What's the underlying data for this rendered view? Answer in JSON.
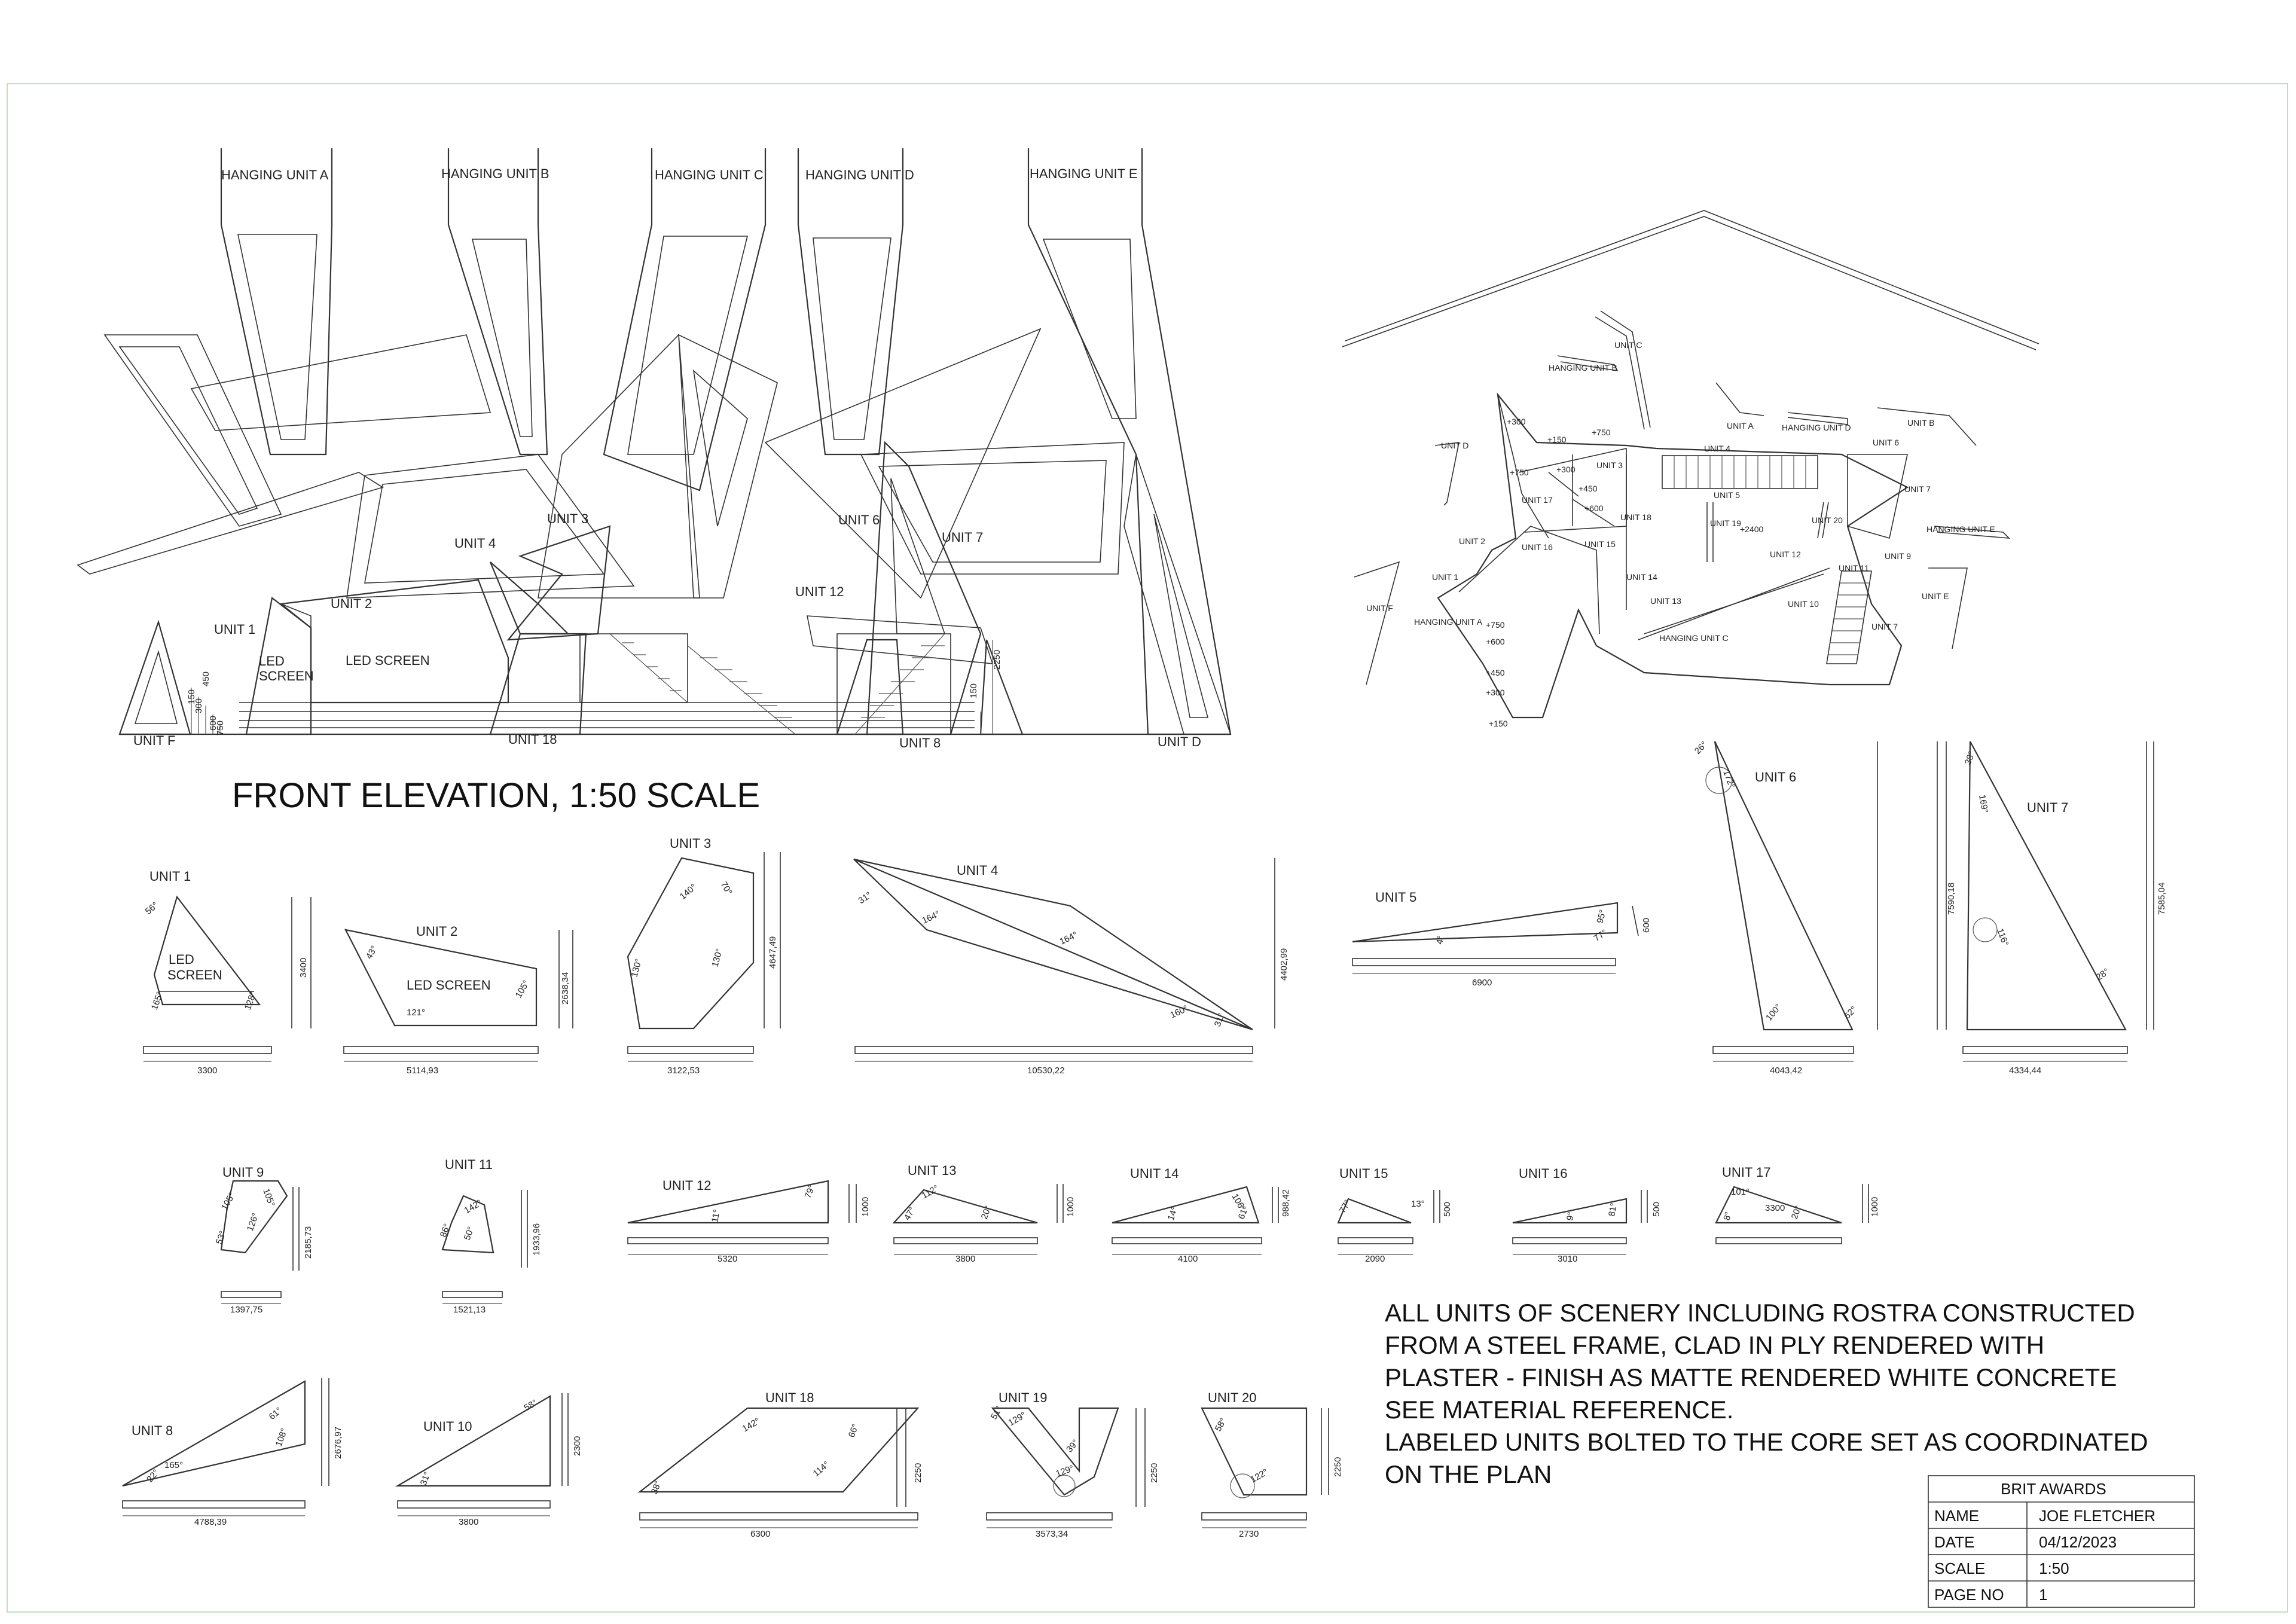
{
  "elevation": {
    "title": "FRONT ELEVATION, 1:50 SCALE",
    "hanging_units": [
      "HANGING UNIT A",
      "HANGING UNIT B",
      "HANGING UNIT C",
      "HANGING UNIT D",
      "HANGING UNIT E"
    ],
    "labels": {
      "unit1": "UNIT 1",
      "unit2": "UNIT 2",
      "unit3": "UNIT 3",
      "unit4": "UNIT 4",
      "unit6": "UNIT 6",
      "unit7": "UNIT 7",
      "unit12": "UNIT 12",
      "led1a": "LED",
      "led1b": "SCREEN",
      "led2": "LED SCREEN",
      "unitF": "UNIT F",
      "unit18": "UNIT 18",
      "unit8": "UNIT 8",
      "unitD": "UNIT D"
    },
    "heights": [
      "150",
      "300",
      "450",
      "600",
      "750",
      "150",
      "2250"
    ]
  },
  "plan": {
    "labels": {
      "unitC": "UNIT C",
      "hangB": "HANGING UNIT B",
      "unitA": "UNIT A",
      "hangD": "HANGING UNIT D",
      "unitB": "UNIT B",
      "unit6": "UNIT 6",
      "unitD": "UNIT D",
      "unit4": "UNIT 4",
      "unit5": "UNIT 5",
      "unit7a": "UNIT 7",
      "hangE": "HANGING UNIT E",
      "unit3": "UNIT 3",
      "unit17": "UNIT 17",
      "unit18": "UNIT 18",
      "unit16": "UNIT 16",
      "unit19": "UNIT 19",
      "unit20": "UNIT 20",
      "unit12": "UNIT 12",
      "unit11": "UNIT 11",
      "unit9": "UNIT 9",
      "unit2": "UNIT 2",
      "unit15": "UNIT 15",
      "unit14": "UNIT 14",
      "unit13": "UNIT 13",
      "unit10": "UNIT 10",
      "unitE": "UNIT E",
      "unit1": "UNIT 1",
      "unitF": "UNIT F",
      "hangA": "HANGING UNIT A",
      "hangC": "HANGING UNIT C",
      "unit7b": "UNIT 7"
    },
    "levels": {
      "p300a": "+300",
      "p150": "+150",
      "p750a": "+750",
      "p750b": "+750",
      "p300b": "+300",
      "p450": "+450",
      "p600": "+600",
      "p2400": "+2400",
      "p750c": "+750",
      "p600b": "+600",
      "p450b": "+450",
      "p300c": "+300",
      "p150b": "+150"
    }
  },
  "details": {
    "u1": {
      "name": "UNIT 1",
      "led_a": "LED",
      "led_b": "SCREEN",
      "w": "3300",
      "h": "3400",
      "a1": "56°",
      "a2": "165°",
      "a3": "128°"
    },
    "u2": {
      "name": "UNIT 2",
      "led": "LED SCREEN",
      "w": "5114,93",
      "h": "2638,34",
      "a1": "43°",
      "a2": "121°",
      "a3": "105°"
    },
    "u3": {
      "name": "UNIT 3",
      "w": "3122,53",
      "h": "4647,49",
      "a1": "140°",
      "a2": "70°",
      "a3": "130°",
      "a4": "130°"
    },
    "u4": {
      "name": "UNIT 4",
      "w": "10530,22",
      "h": "4402,99",
      "a1": "31°",
      "a2": "164°",
      "a3": "164°",
      "a4": "160°",
      "a5": "31°"
    },
    "u5": {
      "name": "UNIT 5",
      "w": "6900",
      "h": "600",
      "a1": "4°",
      "a2": "95°",
      "a3": "77°"
    },
    "u6": {
      "name": "UNIT 6",
      "w": "4043,42",
      "h": "",
      "a1": "26°",
      "a2": "172°",
      "a3": "100°",
      "a4": "62°"
    },
    "u7": {
      "name": "UNIT 7",
      "w": "4334,44",
      "h1": "7590,18",
      "h2": "7585,04",
      "a1": "38°",
      "a2": "169°",
      "a3": "116°",
      "a4": "28°"
    },
    "u9": {
      "name": "UNIT 9",
      "w": "1397,75",
      "h": "2185,73",
      "a1": "105°",
      "a2": "105°",
      "a3": "126°",
      "a4": "53°"
    },
    "u11": {
      "name": "UNIT 11",
      "w": "1521,13",
      "h": "1933,96",
      "a1": "142°",
      "a2": "86°",
      "a3": "50°"
    },
    "u12": {
      "name": "UNIT 12",
      "w": "5320",
      "h": "1000",
      "a1": "11°",
      "a2": "79°"
    },
    "u13": {
      "name": "UNIT 13",
      "w": "3800",
      "h": "1000",
      "a1": "112°",
      "a2": "47°",
      "a3": "20°"
    },
    "u14": {
      "name": "UNIT 14",
      "w": "4100",
      "h": "988,42",
      "a1": "14°",
      "a2": "106°",
      "a3": "61°"
    },
    "u15": {
      "name": "UNIT 15",
      "w": "2090",
      "h": "500",
      "a1": "77°",
      "a2": "13°"
    },
    "u16": {
      "name": "UNIT 16",
      "w": "3010",
      "h": "500",
      "a1": "9°",
      "a2": "81°"
    },
    "u17": {
      "name": "UNIT 17",
      "w": "3300",
      "h": "1000",
      "a1": "101°",
      "a2": "8°",
      "a3": "20°"
    },
    "u8": {
      "name": "UNIT 8",
      "w": "4788,39",
      "h": "2676,97",
      "a1": "61°",
      "a2": "165°",
      "a3": "108°",
      "a4": "22°"
    },
    "u10": {
      "name": "UNIT 10",
      "w": "3800",
      "h": "2300",
      "a1": "58°",
      "a2": "31°"
    },
    "u18": {
      "name": "UNIT 18",
      "w": "6300",
      "h": "2250",
      "a1": "142°",
      "a2": "66°",
      "a3": "114°",
      "a4": "38°"
    },
    "u19": {
      "name": "UNIT 19",
      "w": "3573,34",
      "h": "2250",
      "a1": "51°",
      "a2": "129°",
      "a3": "39°",
      "a4": "129°"
    },
    "u20": {
      "name": "UNIT 20",
      "w": "2730",
      "h": "2250",
      "a1": "58°",
      "a2": "122°"
    }
  },
  "notes": [
    "ALL UNITS OF SCENERY INCLUDING ROSTRA CONSTRUCTED",
    "FROM A STEEL FRAME, CLAD IN PLY RENDERED WITH",
    "PLASTER - FINISH AS MATTE RENDERED WHITE CONCRETE",
    "SEE MATERIAL REFERENCE.",
    "LABELED UNITS BOLTED TO THE CORE SET AS COORDINATED",
    "ON THE PLAN"
  ],
  "title_block": {
    "header": "BRIT AWARDS",
    "rows": [
      {
        "key": "NAME",
        "value": "JOE FLETCHER"
      },
      {
        "key": "DATE",
        "value": "04/12/2023"
      },
      {
        "key": "SCALE",
        "value": "1:50"
      },
      {
        "key": "PAGE NO",
        "value": "1"
      }
    ]
  }
}
